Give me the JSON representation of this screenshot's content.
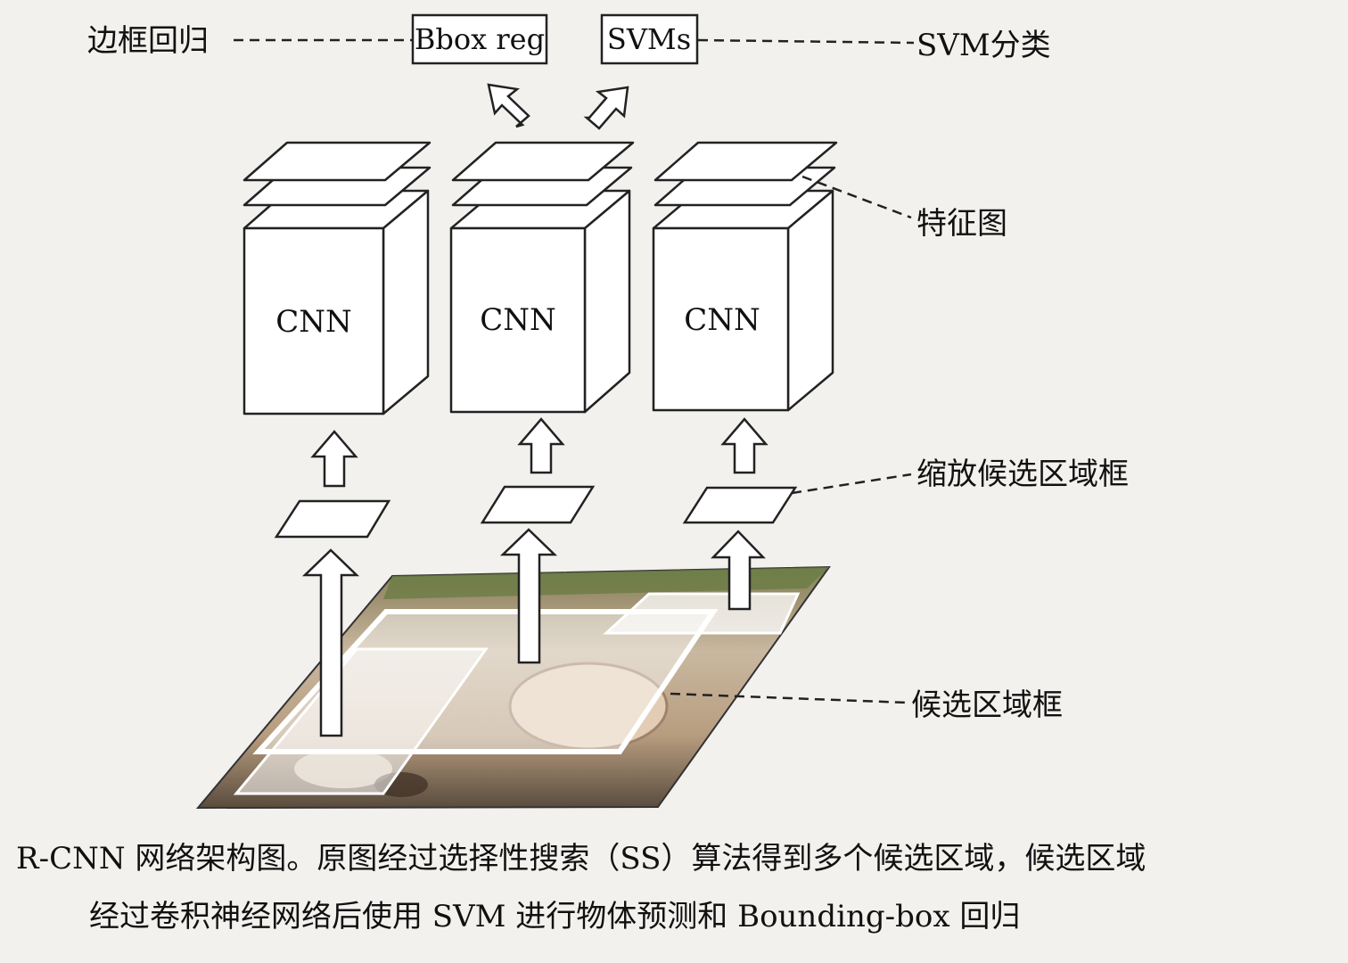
{
  "labels": {
    "bbox_regression": "边框回归",
    "bbox_reg": "Bbox reg",
    "svms": "SVMs",
    "svm_classification": "SVM分类",
    "feature_map": "特征图",
    "cnn": "CNN",
    "scaled_proposal": "缩放候选区域框",
    "proposal": "候选区域框"
  },
  "caption": {
    "line1": "R-CNN 网络架构图。原图经过选择性搜索（SS）算法得到多个候选区域，候选区域",
    "line2": "经过卷积神经网络后使用 SVM 进行物体预测和 Bounding-box 回归"
  }
}
